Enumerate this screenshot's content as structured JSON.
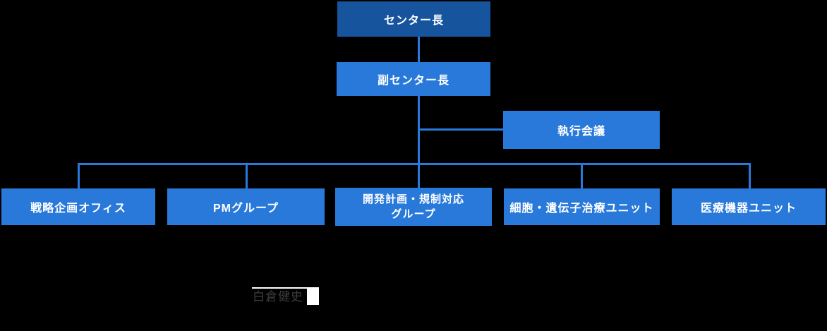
{
  "org_chart": {
    "type": "organization-diagram",
    "background_color": "#000000",
    "colors": {
      "top_box": "#16549E",
      "box": "#2879DA",
      "line": "#2879DA",
      "box_text": "#FFFFFF",
      "caption_text": "#3E3E3E",
      "caption_accent": "#FFFFFF"
    },
    "nodes": [
      {
        "id": "center-director",
        "label": "センター長",
        "level": 1,
        "reports_to": null
      },
      {
        "id": "deputy-center-director",
        "label": "副センター長",
        "level": 2,
        "reports_to": "center-director"
      },
      {
        "id": "executive-meeting",
        "label": "執行会議",
        "level": 2,
        "reports_to": "deputy-center-director",
        "branch": "side"
      },
      {
        "id": "strategic-planning-office",
        "label": "戦略企画オフィス",
        "level": 3,
        "reports_to": "deputy-center-director"
      },
      {
        "id": "pm-group",
        "label": "PMグループ",
        "level": 3,
        "reports_to": "deputy-center-director"
      },
      {
        "id": "dev-planning-regulatory-group",
        "label": "開発計画・規制対応\nグループ",
        "level": 3,
        "reports_to": "deputy-center-director"
      },
      {
        "id": "cell-gene-therapy-unit",
        "label": "細胞・遺伝子治療ユニット",
        "level": 3,
        "reports_to": "deputy-center-director"
      },
      {
        "id": "medical-device-unit",
        "label": "医療機器ユニット",
        "level": 3,
        "reports_to": "deputy-center-director"
      }
    ]
  },
  "caption": {
    "text": "白倉健史"
  }
}
